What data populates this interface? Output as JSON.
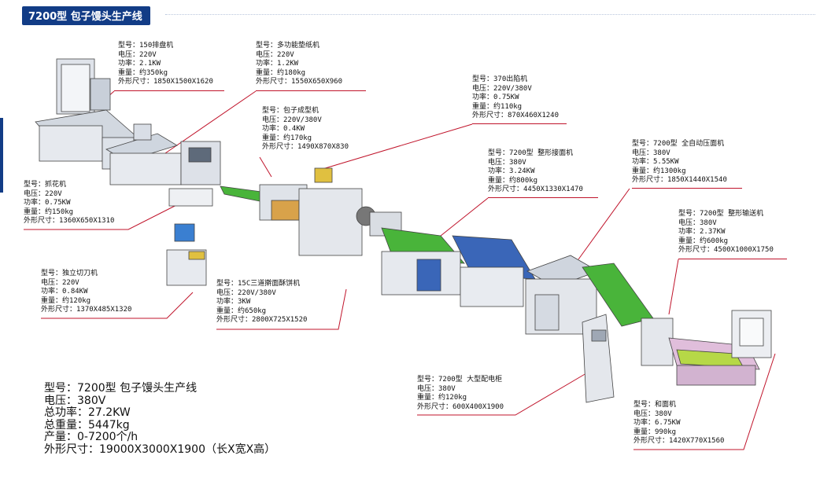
{
  "title": "7200型 包子馒头生产线",
  "machines": [
    {
      "id": "m150",
      "lines": [
        "型号：150排盘机",
        "电压：220V",
        "功率：2.1KW",
        "重量：约350kg",
        "外形尺寸：1850X1500X1620"
      ]
    },
    {
      "id": "paper",
      "lines": [
        "型号：多功能垫纸机",
        "电压：220V",
        "功率：1.2KW",
        "重量：约180kg",
        "外形尺寸：1550X650X960"
      ]
    },
    {
      "id": "former",
      "lines": [
        "型号：包子成型机",
        "电压：220V/380V",
        "功率：0.4KW",
        "重量：约170kg",
        "外形尺寸：1490X870X830"
      ]
    },
    {
      "id": "filler",
      "lines": [
        "型号：370出陷机",
        "电压：220V/380V",
        "功率：0.75KW",
        "重量：约110kg",
        "外形尺寸：870X460X1240"
      ]
    },
    {
      "id": "shaping",
      "lines": [
        "型号：7200型 整形接面机",
        "电压：380V",
        "功率：3.24KW",
        "重量：约800kg",
        "外形尺寸：4450X1330X1470"
      ]
    },
    {
      "id": "press",
      "lines": [
        "型号：7200型 全自动压面机",
        "电压：380V",
        "功率：5.55KW",
        "重量：约1300kg",
        "外形尺寸：1850X1440X1540"
      ]
    },
    {
      "id": "conveyor",
      "lines": [
        "型号：7200型 整形输送机",
        "电压：380V",
        "功率：2.37KW",
        "重量：约600kg",
        "外形尺寸：4500X1000X1750"
      ]
    },
    {
      "id": "flower",
      "lines": [
        "型号：抓花机",
        "电压：220V",
        "功率：0.75KW",
        "重量：约150kg",
        "外形尺寸：1360X650X1310"
      ]
    },
    {
      "id": "cutter",
      "lines": [
        "型号：独立切刀机",
        "电压：220V",
        "功率：0.84KW",
        "重量：约120kg",
        "外形尺寸：1370X485X1320"
      ]
    },
    {
      "id": "sheeter",
      "lines": [
        "型号：15C三道擀面酥饼机",
        "电压：220V/380V",
        "功率：3KW",
        "重量：约650kg",
        "外形尺寸：2800X725X1520"
      ]
    },
    {
      "id": "cabinet",
      "lines": [
        "型号：7200型 大型配电柜",
        "电压：380V",
        "重量：约120kg",
        "外形尺寸：600X400X1900"
      ]
    },
    {
      "id": "mixer",
      "lines": [
        "型号：和面机",
        "电压：380V",
        "功率：6.75KW",
        "重量：990kg",
        "外形尺寸：1420X770X1560"
      ]
    }
  ],
  "summary": [
    "型号：7200型 包子馒头生产线",
    "电压：380V",
    "总功率：27.2KW",
    "总重量：5447kg",
    "产量：0-7200个/h",
    "外形尺寸：19000X3000X1900（长X宽X高）"
  ]
}
